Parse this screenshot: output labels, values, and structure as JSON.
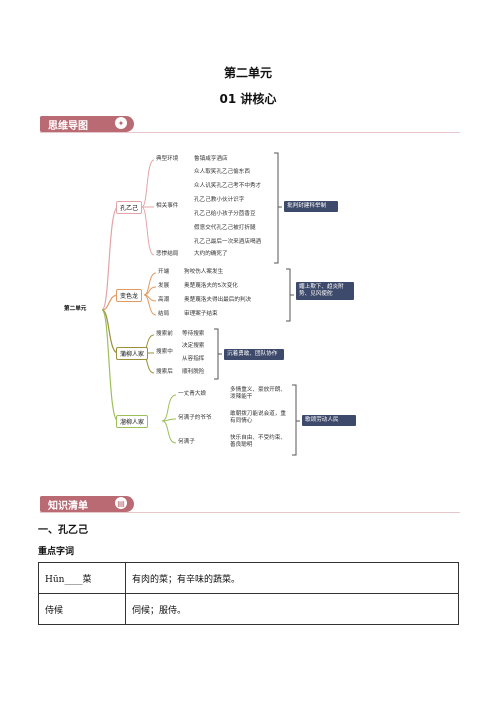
{
  "header": {
    "unit_title": "第二单元",
    "lesson_title": "01 讲核心"
  },
  "mindmap": {
    "section_label": "思维导图",
    "root": "第二单元",
    "branches": [
      {
        "name": "孔乙己",
        "groups": [
          {
            "name": "典型环境",
            "leaves": [
              "鲁镇咸亨酒店"
            ]
          },
          {
            "name": "相关事件",
            "leaves": [
              "众人取笑孔乙己偷东西",
              "众人讥笑孔乙己考不中秀才",
              "孔乙己教小伙计识字",
              "孔乙己给小孩子分茴香豆",
              "假意交代孔乙己被打折腿",
              "孔乙己最后一次来酒店喝酒"
            ]
          },
          {
            "name": "悲惨结局",
            "leaves": [
              "大约的确死了"
            ]
          }
        ],
        "summary": "批判封建科举制"
      },
      {
        "name": "变色龙",
        "groups": [
          {
            "name": "开端",
            "leaves": [
              "狗咬伤人案发生"
            ]
          },
          {
            "name": "发展",
            "leaves": [
              "奥楚蔑洛夫的5次变化"
            ]
          },
          {
            "name": "高潮",
            "leaves": [
              "奥楚蔑洛夫得出最后的判决"
            ]
          },
          {
            "name": "结局",
            "leaves": [
              "审理案子结束"
            ]
          }
        ],
        "summary": "媚上欺下、趋炎附势、见风使舵"
      },
      {
        "name": "蒲柳人家",
        "groups": [
          {
            "name": "搜索前",
            "leaves": [
              "等待搜索"
            ]
          },
          {
            "name": "搜索中",
            "leaves": [
              "决定搜索",
              "从容指挥"
            ]
          },
          {
            "name": "搜索后",
            "leaves": [
              "顺利脱险"
            ]
          }
        ],
        "summary": "沉着勇敢、团队协作"
      },
      {
        "name": "溜柳人家",
        "groups": [
          {
            "name": "一丈青大娘",
            "leaves": [
              "多情重义、豪放开朗、泼辣能干"
            ]
          },
          {
            "name": "何满子的爷爷",
            "leaves": [
              "敢朝拨刀能说会道，重有同情心"
            ]
          },
          {
            "name": "何满子",
            "leaves": [
              "快乐自由、不受约束、善良聪明"
            ]
          }
        ],
        "summary": "歌颂劳动人民"
      }
    ]
  },
  "knowledge": {
    "section_label": "知识清单",
    "heading": "一、孔乙己",
    "subheading": "重点字词",
    "rows": [
      {
        "term": "Hūn____菜",
        "meaning": "有肉的菜；有辛味的蔬菜。"
      },
      {
        "term": "侍候",
        "meaning": "伺候；服侍。"
      }
    ]
  }
}
